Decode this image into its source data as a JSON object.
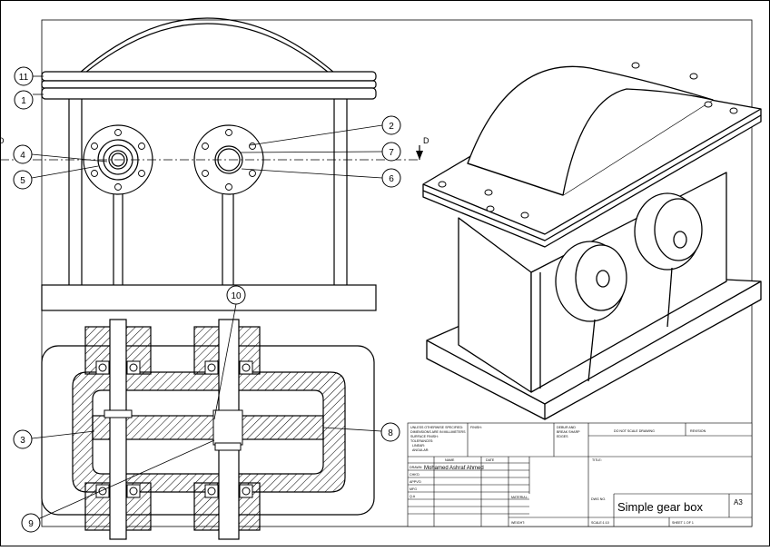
{
  "balloons": [
    "11",
    "1",
    "4",
    "5",
    "2",
    "7",
    "6",
    "10",
    "3",
    "8",
    "9"
  ],
  "section_label": "D",
  "title_block": {
    "tolerance_note_lines": [
      "UNLESS OTHERWISE SPECIFIED:",
      "DIMENSIONS ARE IN MILLIMETERS",
      "SURFACE FINISH:",
      "TOLERANCES:",
      "LINEAR:",
      "ANGULAR:"
    ],
    "finish_label": "FINISH:",
    "deburr_lines": [
      "DEBUR AND",
      "BREAK SHARP",
      "EDGES"
    ],
    "do_not_scale": "DO NOT SCALE DRAWING",
    "revision_label": "REVISION",
    "name_header": "NAME",
    "date_header": "DATE",
    "title_label": "TITLE:",
    "row_labels": [
      "DRAWN",
      "CHK'D",
      "APPV'D",
      "MFG",
      "Q.A"
    ],
    "drawn_name": "Mohamed Ashraf Ahmed",
    "material_label": "MATERIAL:",
    "dwg_no_label": "DWG NO.",
    "drawing_title": "Simple gear box",
    "sheet_size": "A3",
    "weight_label": "WEIGHT:",
    "scale_label": "SCALE:1:10",
    "sheet_label": "SHEET 1 OF 1"
  }
}
